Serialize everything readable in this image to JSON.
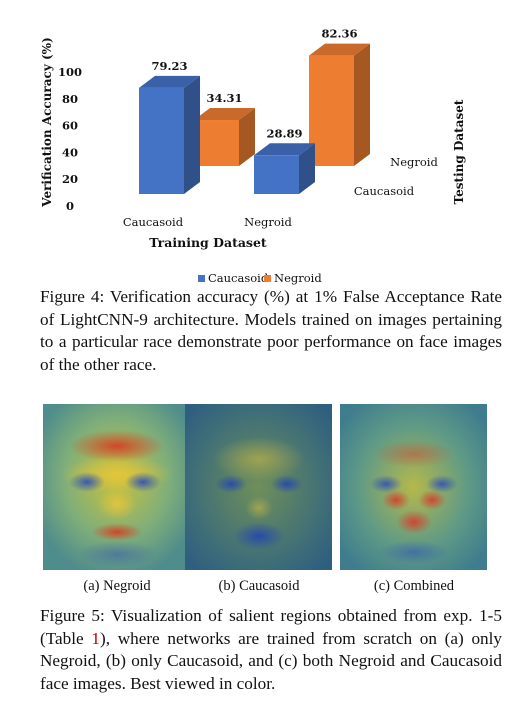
{
  "chart_data": {
    "type": "bar3d",
    "x_categories": [
      "Caucasoid",
      "Negroid"
    ],
    "depth_categories": [
      "Caucasoid",
      "Negroid"
    ],
    "series": [
      {
        "name": "Caucasoid",
        "values": [
          79.23,
          28.89
        ],
        "color": "#4472c4"
      },
      {
        "name": "Negroid",
        "values": [
          34.31,
          82.36
        ],
        "color": "#ed7d31"
      }
    ],
    "value_labels": [
      "79.23",
      "28.89",
      "34.31",
      "82.36"
    ],
    "ylabel": "Verification Accuracy (%)",
    "xlabel": "Training Dataset",
    "zlabel": "Testing Dataset",
    "ylim": [
      0,
      100
    ],
    "yticks": [
      "0",
      "20",
      "40",
      "60",
      "80",
      "100"
    ],
    "legend_position": "bottom"
  },
  "figure4": {
    "caption": "Figure 4: Verification accuracy (%) at 1% False Acceptance Rate of LightCNN-9 architecture. Models trained on images pertaining to a particular race demonstrate poor performance on face images of the other race."
  },
  "figure5": {
    "panels": [
      {
        "label": "(a) Negroid"
      },
      {
        "label": "(b) Caucasoid"
      },
      {
        "label": "(c) Combined"
      }
    ],
    "caption_pre": "Figure 5: Visualization of salient regions obtained from exp. 1-5 (Table ",
    "caption_ref": "1",
    "caption_post": "), where networks are trained from scratch on (a) only Negroid, (b) only Caucasoid, and (c) both Negroid and Caucasoid face images. Best viewed in color."
  }
}
